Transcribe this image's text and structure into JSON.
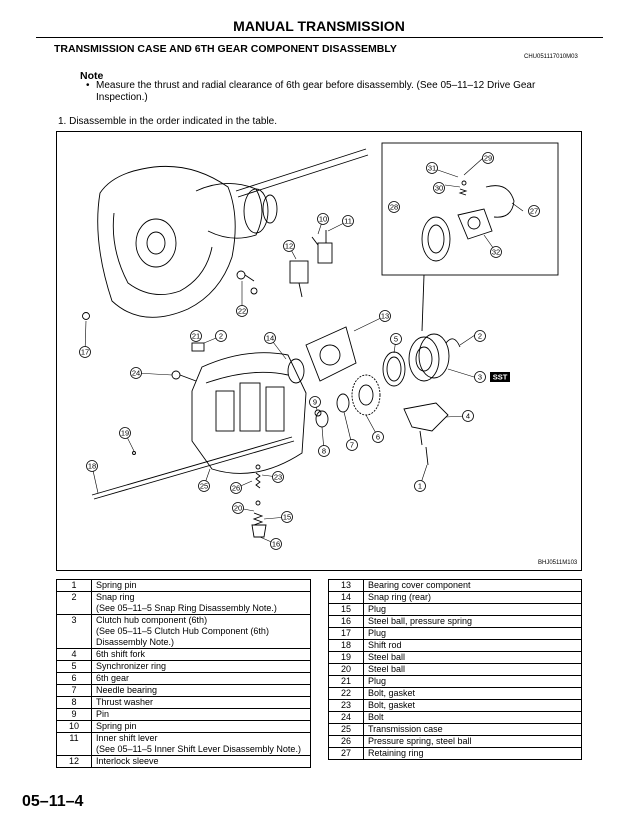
{
  "header": {
    "title": "MANUAL TRANSMISSION",
    "section": "TRANSMISSION CASE AND 6TH GEAR COMPONENT DISASSEMBLY",
    "code": "CHU051117010M03"
  },
  "note": {
    "heading": "Note",
    "bullet": "•",
    "text": "Measure the thrust and radial clearance of 6th gear before disassembly. (See 05–11–12 Drive Gear Inspection.)"
  },
  "step": "1. Disassemble in the order indicated in the table.",
  "figure": {
    "code": "BHJ0511M103",
    "callouts": [
      "1",
      "2",
      "2",
      "3",
      "4",
      "5",
      "6",
      "7",
      "8",
      "9",
      "10",
      "11",
      "12",
      "13",
      "14",
      "15",
      "16",
      "17",
      "18",
      "19",
      "20",
      "21",
      "22",
      "23",
      "24",
      "25",
      "26",
      "27",
      "28",
      "29",
      "30",
      "31",
      "32"
    ],
    "sst": "SST"
  },
  "parts_left": [
    {
      "num": "1",
      "desc": [
        "Spring pin"
      ]
    },
    {
      "num": "2",
      "desc": [
        "Snap ring",
        "(See 05–11–5 Snap Ring Disassembly Note.)"
      ]
    },
    {
      "num": "3",
      "desc": [
        "Clutch hub component (6th)",
        "(See 05–11–5 Clutch Hub Component (6th)",
        "Disassembly Note.)"
      ]
    },
    {
      "num": "4",
      "desc": [
        "6th shift fork"
      ]
    },
    {
      "num": "5",
      "desc": [
        "Synchronizer ring"
      ]
    },
    {
      "num": "6",
      "desc": [
        "6th gear"
      ]
    },
    {
      "num": "7",
      "desc": [
        "Needle bearing"
      ]
    },
    {
      "num": "8",
      "desc": [
        "Thrust washer"
      ]
    },
    {
      "num": "9",
      "desc": [
        "Pin"
      ]
    },
    {
      "num": "10",
      "desc": [
        "Spring pin"
      ]
    },
    {
      "num": "11",
      "desc": [
        "Inner shift lever",
        "(See 05–11–5 Inner Shift Lever Disassembly Note.)"
      ]
    },
    {
      "num": "12",
      "desc": [
        "Interlock sleeve"
      ]
    }
  ],
  "parts_right": [
    {
      "num": "13",
      "desc": [
        "Bearing cover component"
      ]
    },
    {
      "num": "14",
      "desc": [
        "Snap ring (rear)"
      ]
    },
    {
      "num": "15",
      "desc": [
        "Plug"
      ]
    },
    {
      "num": "16",
      "desc": [
        "Steel ball, pressure spring"
      ]
    },
    {
      "num": "17",
      "desc": [
        "Plug"
      ]
    },
    {
      "num": "18",
      "desc": [
        "Shift rod"
      ]
    },
    {
      "num": "19",
      "desc": [
        "Steel ball"
      ]
    },
    {
      "num": "20",
      "desc": [
        "Steel ball"
      ]
    },
    {
      "num": "21",
      "desc": [
        "Plug"
      ]
    },
    {
      "num": "22",
      "desc": [
        "Bolt, gasket"
      ]
    },
    {
      "num": "23",
      "desc": [
        "Bolt, gasket"
      ]
    },
    {
      "num": "24",
      "desc": [
        "Bolt"
      ]
    },
    {
      "num": "25",
      "desc": [
        "Transmission case"
      ]
    },
    {
      "num": "26",
      "desc": [
        "Pressure spring, steel ball"
      ]
    },
    {
      "num": "27",
      "desc": [
        "Retaining ring"
      ]
    }
  ],
  "footer": {
    "page": "05–11–4"
  }
}
